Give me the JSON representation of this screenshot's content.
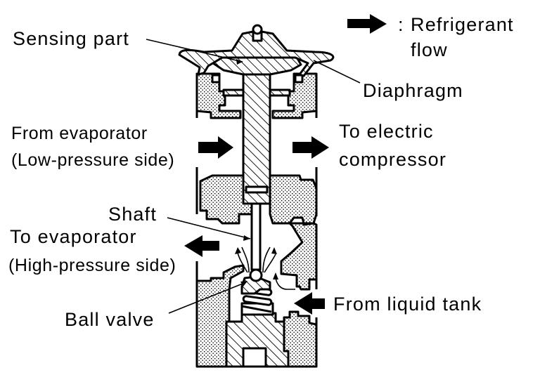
{
  "diagram": {
    "title": "Expansion valve cross-section",
    "legend": {
      "icon": "arrow-right-icon",
      "separator": ":",
      "line1": "Refrigerant",
      "line2": "flow"
    },
    "labels": {
      "sensing_part": "Sensing part",
      "diaphragm": "Diaphragm",
      "from_evaporator_line1": "From evaporator",
      "from_evaporator_line2": "(Low-pressure side)",
      "to_compressor_line1": "To electric",
      "to_compressor_line2": "compressor",
      "shaft": "Shaft",
      "to_evaporator_line1": "To evaporator",
      "to_evaporator_line2": "(High-pressure side)",
      "ball_valve": "Ball valve",
      "from_liquid_tank": "From liquid tank"
    },
    "colors": {
      "ink": "#000000",
      "background": "#ffffff"
    }
  }
}
